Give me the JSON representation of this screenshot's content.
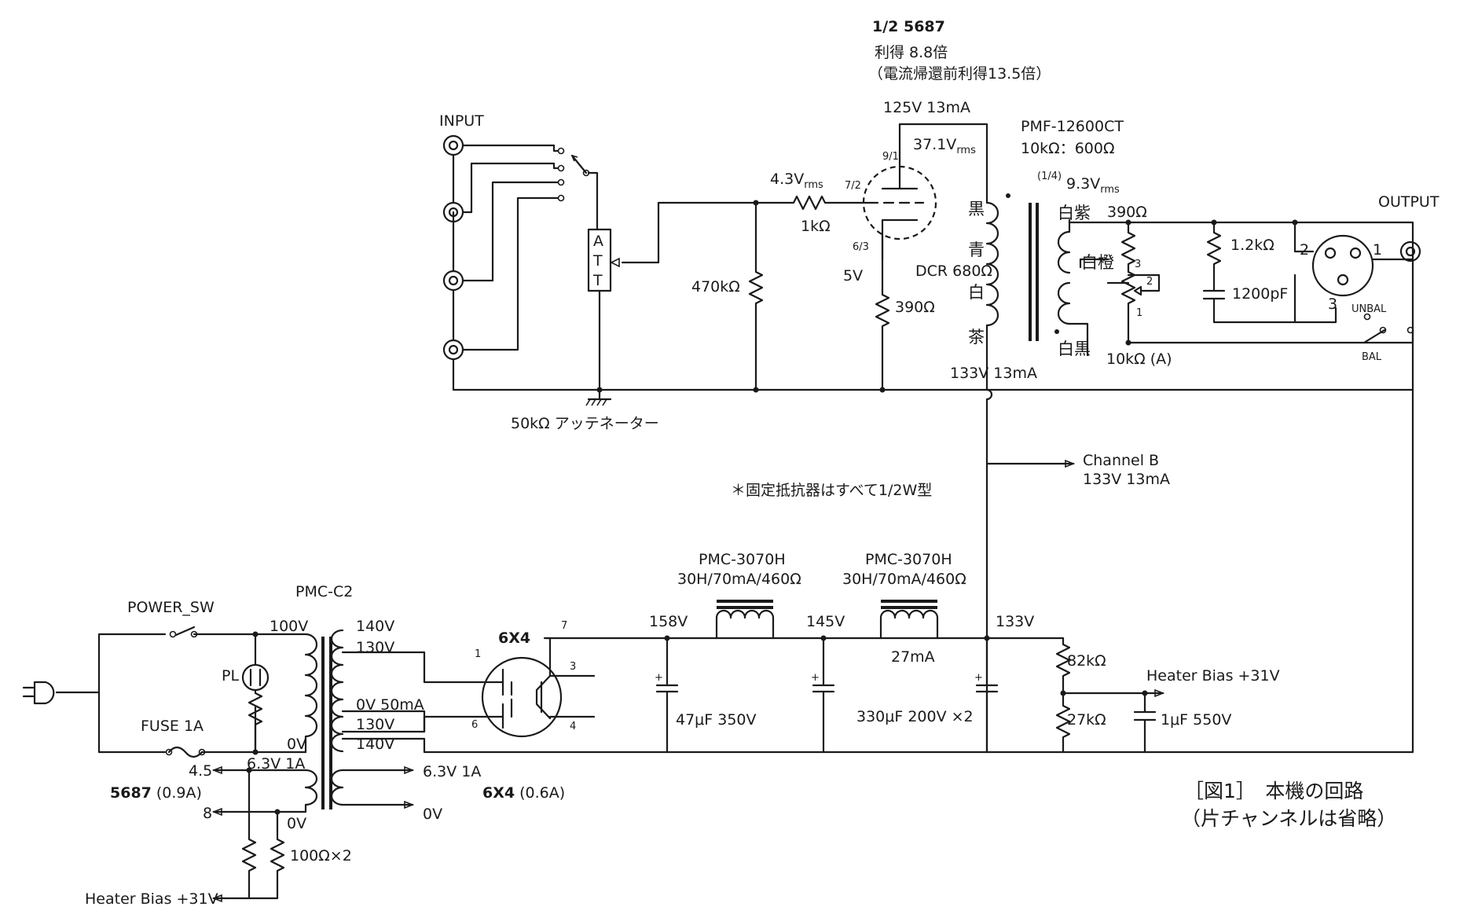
{
  "tube": {
    "name": "1/2 5687",
    "gain": "利得 8.8倍",
    "gain_note": "（電流帰還前利得13.5倍）",
    "plate_voltage": "125V 13mA",
    "output_signal": "37.1V",
    "output_signal_sub": "rms",
    "input_signal": "4.3V",
    "input_signal_sub": "rms",
    "pin_plate": "9/1",
    "pin_grid": "7/2",
    "pin_cathode": "6/3",
    "cathode_voltage": "5V",
    "grid_resistor": "1kΩ",
    "grid_leak": "470kΩ",
    "cathode_resistor": "390Ω"
  },
  "input": {
    "label": "INPUT",
    "attenuator_label": "ATT",
    "attenuator_desc": "50kΩ アッテネーター"
  },
  "output_transformer": {
    "model": "PMF-12600CT",
    "ratio": "10kΩ：600Ω",
    "tap_note": "(1/4)",
    "secondary_signal": "9.3V",
    "secondary_signal_sub": "rms",
    "pri_black": "黒",
    "pri_blue": "青",
    "dcr": "DCR 680Ω",
    "pri_white": "白",
    "pri_brown": "茶",
    "b_voltage": "133V 13mA",
    "sec_purple": "白紫",
    "sec_orange": "白橙",
    "sec_black": "白黒"
  },
  "output_stage": {
    "r_390": "390Ω",
    "pot": "10kΩ (A)",
    "pot_pin1": "1",
    "pot_pin2": "2",
    "pot_pin3": "3",
    "r_12k": "1.2kΩ",
    "c_1200": "1200pF",
    "xlr_pin1": "1",
    "xlr_pin2": "2",
    "xlr_pin3": "3",
    "unbal": "UNBAL",
    "bal": "BAL",
    "output_label": "OUTPUT"
  },
  "channel_b": {
    "label": "Channel B",
    "value": "133V 13mA"
  },
  "note": "＊固定抵抗器はすべて1/2W型",
  "power": {
    "switch": "POWER_SW",
    "fuse": "FUSE 1A",
    "pilot": "PL",
    "transformer": "PMC-C2",
    "pri_100": "100V",
    "pri_0": "0V",
    "sec_140a": "140V",
    "sec_130a": "130V",
    "sec_center": "0V 50mA",
    "sec_130b": "130V",
    "sec_140b": "140V",
    "heater_63": "6.3V 1A",
    "heater_63_out": "6.3V 1A",
    "heater_0": "0V",
    "heater_0_out": "0V",
    "heater_45": "4.5",
    "heater_8": "8",
    "heater_5687": "5687",
    "heater_5687_current": "(0.9A)",
    "heater_6x4": "6X4",
    "heater_6x4_current": "(0.6A)",
    "heater_r": "100Ω×2",
    "heater_bias_bottom": "Heater Bias +31V",
    "rectifier": "6X4",
    "rect_pin1": "1",
    "rect_pin3": "3",
    "rect_pin4": "4",
    "rect_pin6": "6",
    "rect_pin7": "7",
    "v1": "158V",
    "c1": "47μF 350V",
    "choke1": "PMC-3070H",
    "choke1_spec": "30H/70mA/460Ω",
    "v2": "145V",
    "choke2": "PMC-3070H",
    "choke2_spec": "30H/70mA/460Ω",
    "current": "27mA",
    "c2": "330μF 200V ×2",
    "v3": "133V",
    "r_82k": "82kΩ",
    "r_27k": "27kΩ",
    "heater_bias": "Heater Bias +31V",
    "c_1u": "1μF 550V"
  },
  "caption": {
    "title": "［図1］　本機の回路",
    "subtitle": "（片チャンネルは省略）"
  }
}
